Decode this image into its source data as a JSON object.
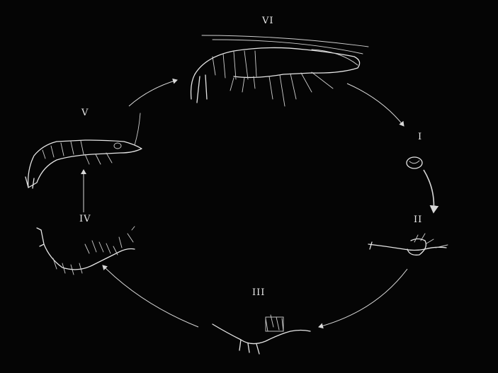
{
  "diagram": {
    "stages": [
      {
        "id": "I",
        "label": "I"
      },
      {
        "id": "II",
        "label": "II"
      },
      {
        "id": "III",
        "label": "III"
      },
      {
        "id": "IV",
        "label": "IV"
      },
      {
        "id": "V",
        "label": "V"
      },
      {
        "id": "VI",
        "label": "VI"
      }
    ],
    "colors": {
      "background": "#050505",
      "line": "#e6e6e6"
    }
  }
}
